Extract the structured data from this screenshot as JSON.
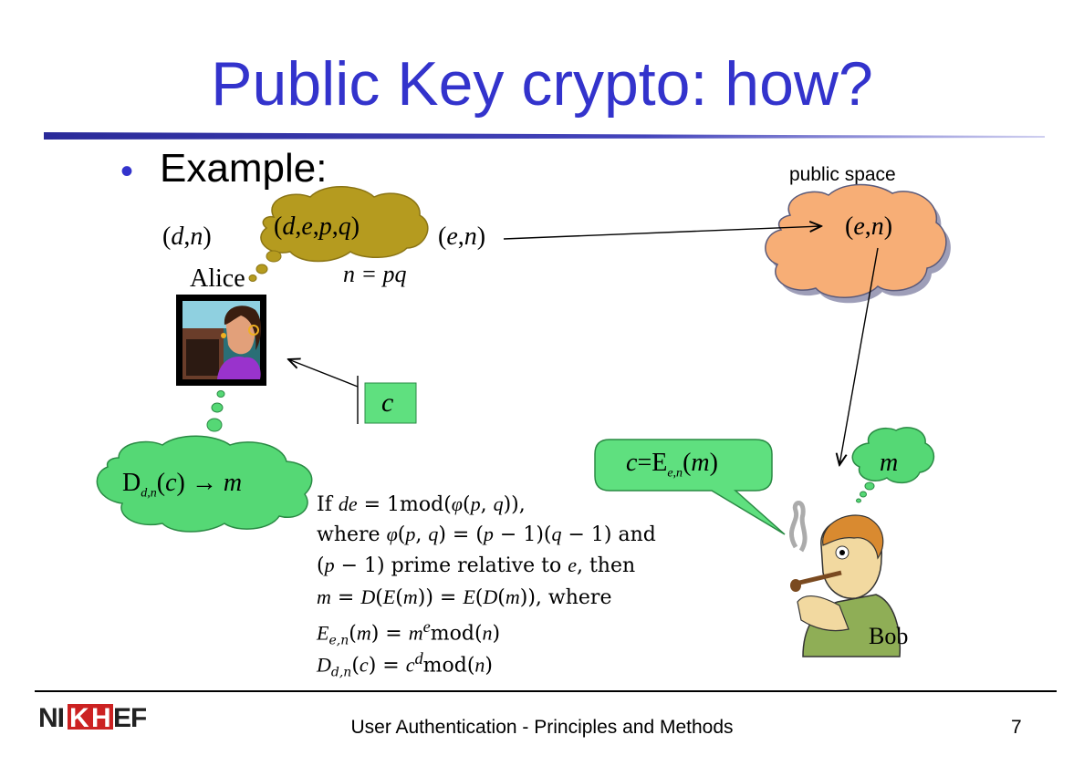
{
  "slide": {
    "title": "Public Key crypto: how?",
    "bullet": "Example:",
    "public_space_label": "public space"
  },
  "diagram": {
    "alice_label": "Alice",
    "bob_label": "Bob",
    "alice_private_key": "(d,n)",
    "alice_thought": "(d,e,p,q)",
    "alice_public_key": "(e,n)",
    "n_eq": "n = pq",
    "public_cloud_text": "(e,n)",
    "ciphertext_box": "c",
    "bob_speech": "c=E_{e,n}(m)",
    "bob_thought": "m",
    "decrypt_cloud": "D_{d,n}(c) → m"
  },
  "formula": {
    "lines": [
      "If de = 1mod(φ(p, q)),",
      "where φ(p, q) = (p − 1)(q − 1) and",
      "(p − 1) prime relative to e, then",
      "m = D(E(m)) = E(D(m)), where",
      "E_{e,n}(m) = m^e mod(n)",
      "D_{d,n}(c) = c^d mod(n)"
    ]
  },
  "footer": {
    "logo_text": "NIKHEF",
    "text": "User Authentication - Principles and Methods",
    "page_number": "7"
  },
  "colors": {
    "title": "#3333cc",
    "cloud_gold": "#b59b1f",
    "cloud_orange": "#f7ae76",
    "cloud_green": "#55d875",
    "box_green": "#5fe07f",
    "rule_blue": "#3333aa",
    "logo_red": "#cc2222"
  }
}
